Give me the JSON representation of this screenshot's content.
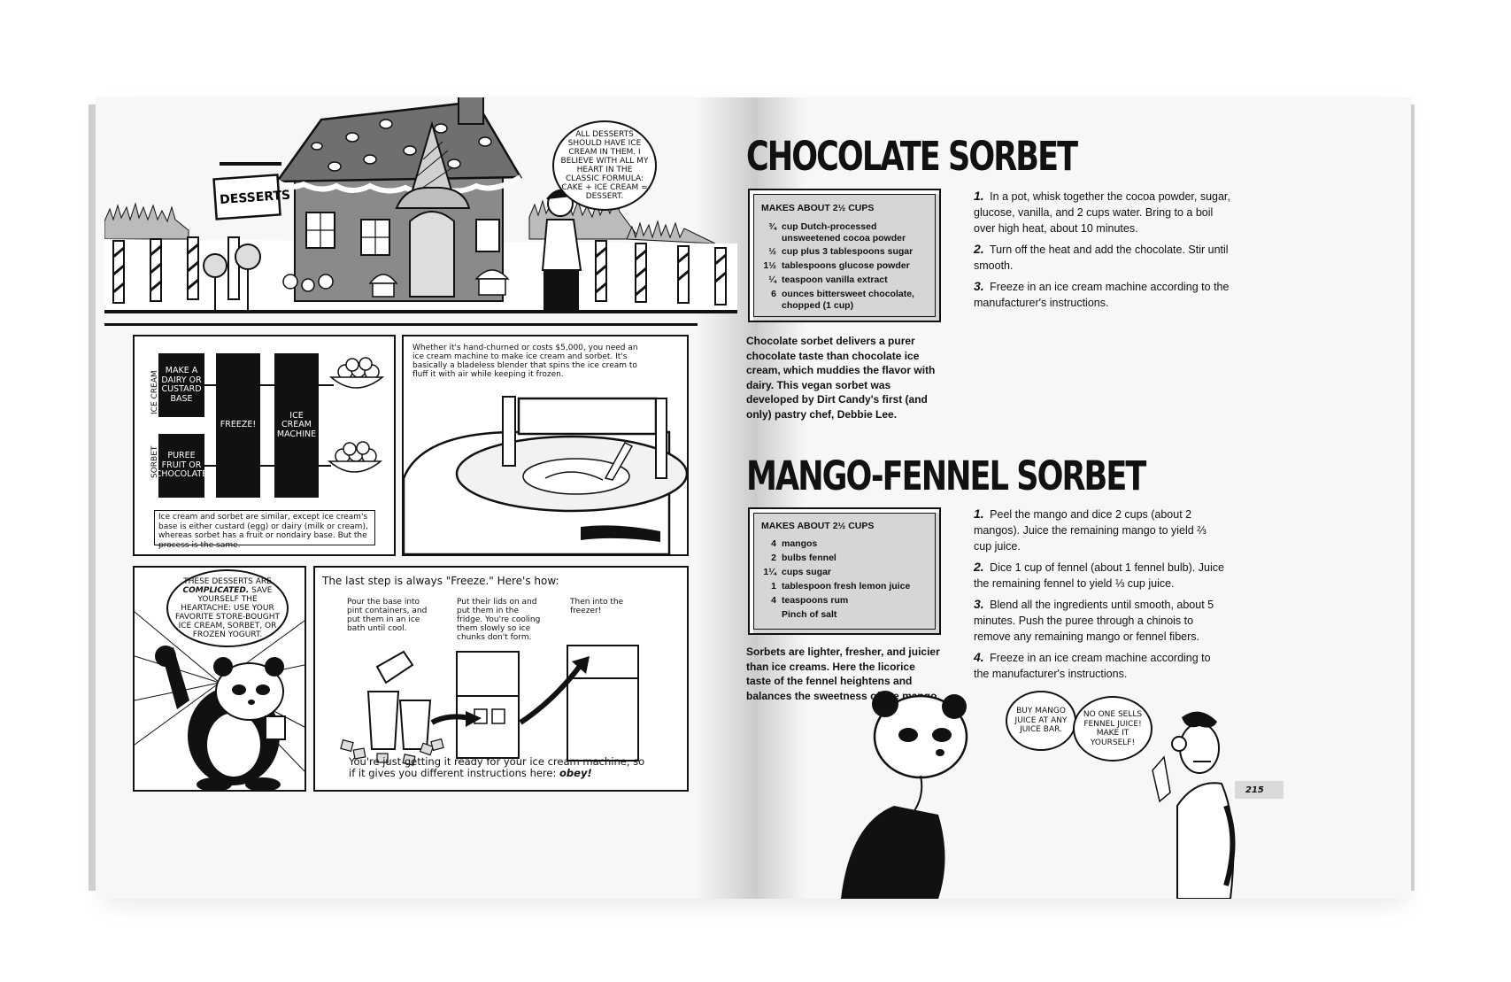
{
  "left_page": {
    "top_panel": {
      "sign": "DESSERTS",
      "balloon": "ALL DESSERTS SHOULD HAVE ICE CREAM IN THEM. I BELIEVE WITH ALL MY HEART IN THE CLASSIC FORMULA: CAKE + ICE CREAM = DESSERT."
    },
    "diagram_panel": {
      "row_label_top": "ICE CREAM",
      "row_label_bottom": "SORBET",
      "box_top": "MAKE A DAIRY OR CUSTARD BASE",
      "box_bottom": "PUREE FRUIT OR CHOCOLATE",
      "box_freeze": "FREEZE!",
      "box_machine": "ICE CREAM MACHINE",
      "caption": "Ice cream and sorbet are similar, except ice cream's base is either custard (egg) or dairy (milk or cream), whereas sorbet has a fruit or nondairy base. But the process is the same."
    },
    "machine_panel": {
      "caption": "Whether it's hand-churned or costs $5,000, you need an ice cream machine to make ice cream and sorbet. It's basically a bladeless blender that spins the ice cream to fluff it with air while keeping it frozen."
    },
    "panda_panel": {
      "balloon_line1": "THESE DESSERTS ARE ",
      "balloon_em": "COMPLICATED.",
      "balloon_line2": " SAVE YOURSELF THE HEARTACHE: USE YOUR FAVORITE STORE-BOUGHT ICE CREAM, SORBET, OR FROZEN YOGURT."
    },
    "freeze_panel": {
      "heading": "The last step is always \"Freeze.\" Here's how:",
      "step1": "Pour the base into pint containers, and put them in an ice bath until cool.",
      "step2": "Put their lids on and put them in the fridge. You're cooling them slowly so ice chunks don't form.",
      "step3": "Then into the freezer!",
      "footer": "You're just getting it ready for your ice cream machine, so if it gives you different instructions here: ",
      "footer_em": "obey!"
    }
  },
  "right_page": {
    "recipe1": {
      "title": "CHOCOLATE SORBET",
      "yield": "MAKES ABOUT 2½ CUPS",
      "ingredients": [
        {
          "q": "¾",
          "t": "cup Dutch-processed"
        },
        {
          "q": "",
          "t": "unsweetened cocoa powder"
        },
        {
          "q": "½",
          "t": "cup plus 3 tablespoons sugar"
        },
        {
          "q": "1½",
          "t": "tablespoons glucose powder"
        },
        {
          "q": "¼",
          "t": "teaspoon vanilla extract"
        },
        {
          "q": "6",
          "t": "ounces bittersweet chocolate,"
        },
        {
          "q": "",
          "t": "chopped (1 cup)"
        }
      ],
      "steps": [
        {
          "n": "1.",
          "t": "In a pot, whisk together the cocoa powder, sugar, glucose, vanilla, and 2 cups water. Bring to a boil over high heat, about 10 minutes."
        },
        {
          "n": "2.",
          "t": "Turn off the heat and add the chocolate. Stir until smooth."
        },
        {
          "n": "3.",
          "t": "Freeze in an ice cream machine according to the manufacturer's instructions."
        }
      ],
      "intro": "Chocolate sorbet delivers a purer chocolate taste than chocolate ice cream, which muddies the flavor with dairy. This vegan sorbet was developed by Dirt Candy's first (and only) pastry chef, Debbie Lee."
    },
    "recipe2": {
      "title": "MANGO-FENNEL SORBET",
      "yield": "MAKES ABOUT 2½ CUPS",
      "ingredients": [
        {
          "q": "4",
          "t": "mangos"
        },
        {
          "q": "2",
          "t": "bulbs fennel"
        },
        {
          "q": "1¼",
          "t": "cups sugar"
        },
        {
          "q": "1",
          "t": "tablespoon fresh lemon juice"
        },
        {
          "q": "4",
          "t": "teaspoons rum"
        },
        {
          "q": "",
          "t": "Pinch of salt"
        }
      ],
      "steps": [
        {
          "n": "1.",
          "t": "Peel the mango and dice 2 cups (about 2 mangos). Juice the remaining mango to yield ⅔ cup juice."
        },
        {
          "n": "2.",
          "t": "Dice 1 cup of fennel (about 1 fennel bulb). Juice the remaining fennel to yield ⅓ cup juice."
        },
        {
          "n": "3.",
          "t": "Blend all the ingredients until smooth, about 5 minutes. Push the puree through a chinois to remove any remaining mango or fennel fibers."
        },
        {
          "n": "4.",
          "t": "Freeze in an ice cream machine according to the manufacturer's instructions."
        }
      ],
      "intro": "Sorbets are lighter, fresher, and juicier than ice creams. Here the licorice taste of the fennel heightens and balances the sweetness of the mango."
    },
    "balloon_panda": "BUY MANGO JUICE AT ANY JUICE BAR.",
    "balloon_monkey": "NO ONE SELLS FENNEL JUICE! MAKE IT YOURSELF!",
    "page_number": "215"
  }
}
